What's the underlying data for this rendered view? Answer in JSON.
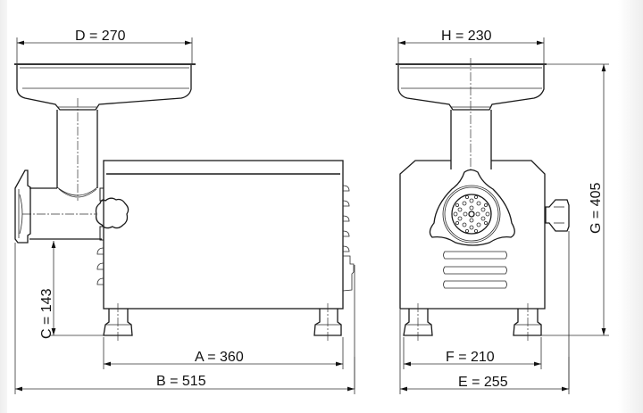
{
  "drawing": {
    "subject": "meat grinder dimensional drawing",
    "views": [
      "side-view",
      "front-view"
    ],
    "line_color": "#1a1a1a",
    "background": "#ffffff"
  },
  "dimensions": {
    "A": {
      "label": "A = 360",
      "value": 360
    },
    "B": {
      "label": "B = 515",
      "value": 515
    },
    "C": {
      "label": "C = 143",
      "value": 143
    },
    "D": {
      "label": "D = 270",
      "value": 270
    },
    "E": {
      "label": "E = 255",
      "value": 255
    },
    "F": {
      "label": "F = 210",
      "value": 210
    },
    "G": {
      "label": "G = 405",
      "value": 405
    },
    "H": {
      "label": "H = 230",
      "value": 230
    }
  }
}
